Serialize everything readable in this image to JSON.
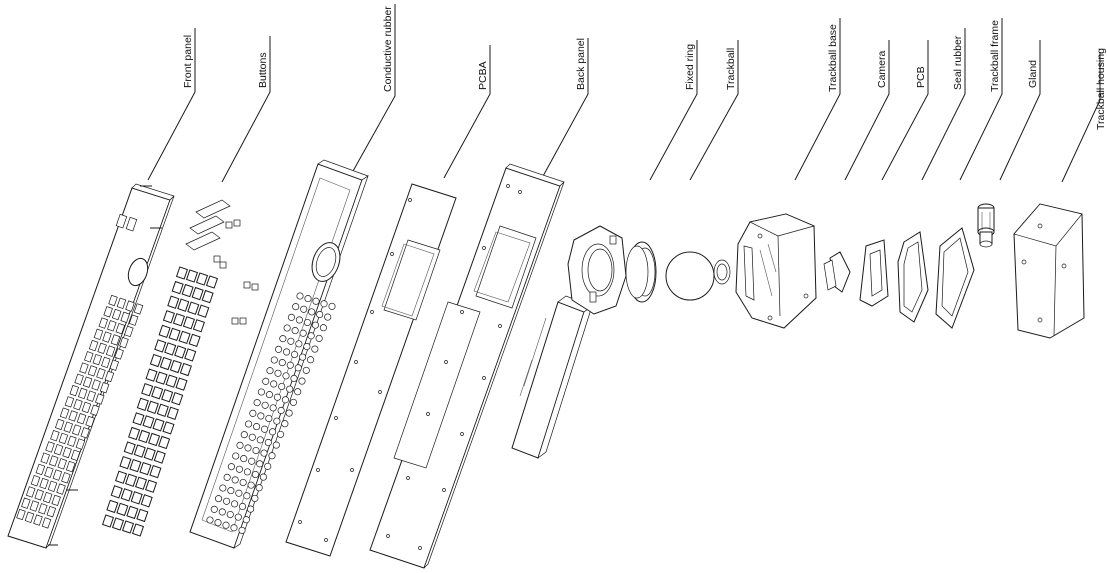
{
  "labels": {
    "front_panel": "Front panel",
    "buttons": "Buttons",
    "conductive_rubber": "Conductive rubber",
    "pcba": "PCBA",
    "back_panel": "Back panel",
    "fixed_ring": "Fixed ring",
    "trackball": "Trackball",
    "trackball_base": "Trackball base",
    "camera": "Camera",
    "pcb": "PCB",
    "seal_rubber": "Seal rubber",
    "trackball_frame": "Trackball frame",
    "gland": "Gland",
    "trackball_housing": "Trackball housing"
  }
}
